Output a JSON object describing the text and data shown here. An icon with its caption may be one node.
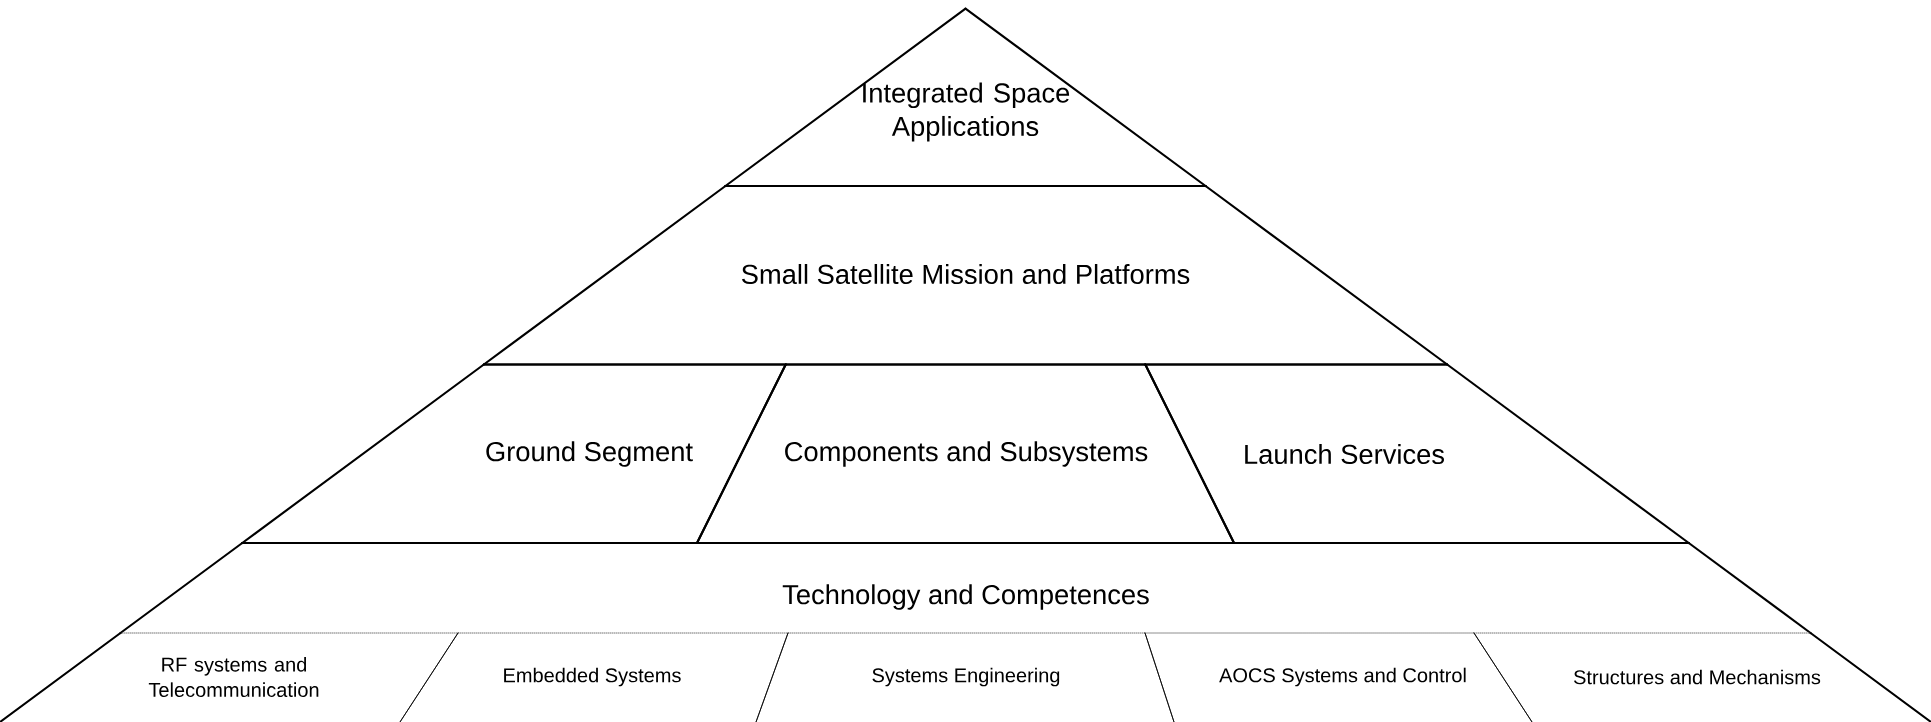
{
  "diagram": {
    "nodes": [
      {
        "text": [
          "Integrated Space Applications"
        ]
      },
      {
        "text": [
          "Small Satellite Mission and Platforms"
        ]
      },
      {
        "text": [
          "Ground Segment"
        ]
      },
      {
        "text": [
          "Components and Subsystems"
        ]
      },
      {
        "text": [
          "Launch Services"
        ]
      },
      {
        "text": [
          "Technology and Competences"
        ]
      },
      {
        "text": [
          "RF systems and Telecommunication"
        ]
      },
      {
        "text": [
          "Embedded Systems"
        ]
      },
      {
        "text": [
          "Systems Engineering"
        ]
      },
      {
        "text": [
          "AOCS Systems and Control"
        ]
      },
      {
        "text": [
          "Structures and Mechanisms"
        ]
      }
    ]
  }
}
